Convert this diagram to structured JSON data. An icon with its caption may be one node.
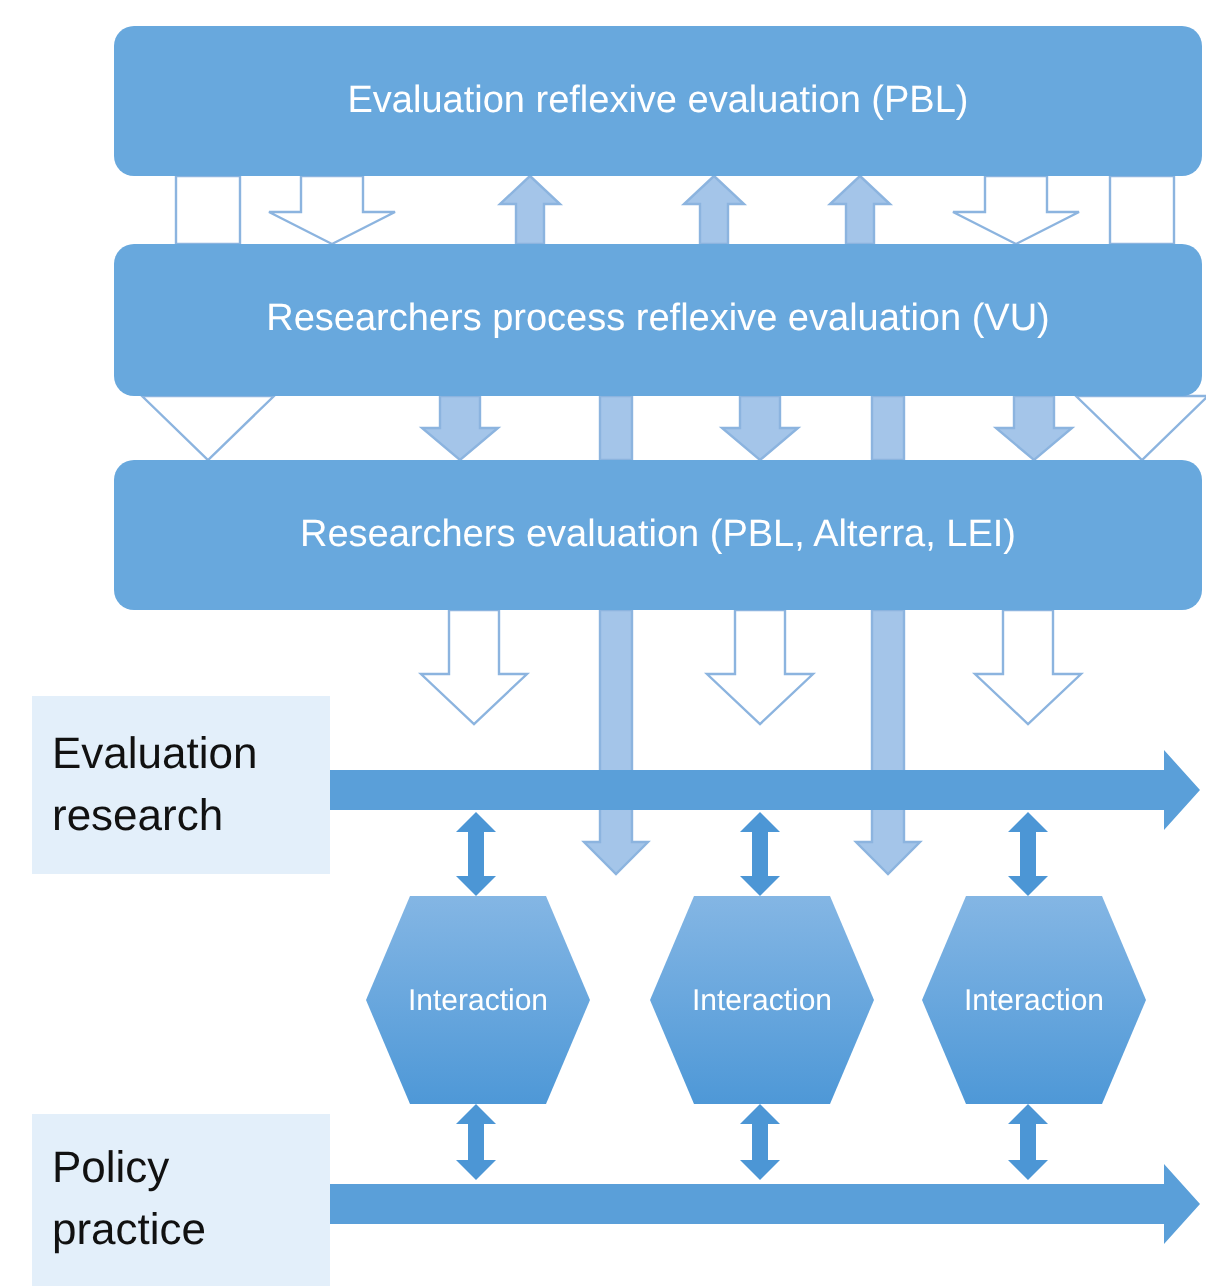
{
  "diagram": {
    "nodes": [
      {
        "text": [
          "Evaluation reflexive evaluation (PBL)"
        ]
      },
      {
        "text": [
          "Researchers process reflexive evaluation (VU)"
        ]
      },
      {
        "text": [
          "Researchers evaluation (PBL, Alterra, LEI)"
        ]
      },
      {
        "text": [
          "Evaluation research"
        ]
      },
      {
        "text": [
          "Interaction"
        ]
      },
      {
        "text": [
          "Interaction"
        ]
      },
      {
        "text": [
          "Interaction"
        ]
      },
      {
        "text": [
          "Policy practice"
        ]
      }
    ],
    "edges": [
      {
        "from": 1,
        "to": 0,
        "arrow": "to"
      },
      {
        "from": 1,
        "to": 0,
        "arrow": "to"
      },
      {
        "from": 1,
        "to": 0,
        "arrow": "to"
      },
      {
        "from": 0,
        "to": 1,
        "arrow": "to"
      },
      {
        "from": 0,
        "to": 1,
        "arrow": "to"
      },
      {
        "from": 0,
        "to": 1,
        "arrow": "none"
      },
      {
        "from": 0,
        "to": 1,
        "arrow": "none"
      },
      {
        "from": 1,
        "to": 2,
        "arrow": "to"
      },
      {
        "from": 1,
        "to": 2,
        "arrow": "to"
      },
      {
        "from": 1,
        "to": 2,
        "arrow": "to"
      },
      {
        "from": 1,
        "to": 2,
        "arrow": "to"
      },
      {
        "from": 1,
        "to": 2,
        "arrow": "to"
      },
      {
        "from": 1,
        "to": 2,
        "arrow": "none"
      },
      {
        "from": 1,
        "to": 2,
        "arrow": "none"
      },
      {
        "from": 2,
        "to": null,
        "arrow": "to"
      },
      {
        "from": 2,
        "to": null,
        "arrow": "to"
      },
      {
        "from": 2,
        "to": null,
        "arrow": "to"
      },
      {
        "from": 2,
        "to": null,
        "arrow": "to"
      },
      {
        "from": 2,
        "to": null,
        "arrow": "to"
      },
      {
        "from": 3,
        "to": null,
        "arrow": "to"
      },
      {
        "from": 7,
        "to": null,
        "arrow": "to"
      },
      {
        "from": 4,
        "to": null,
        "arrow": "both"
      },
      {
        "from": 5,
        "to": null,
        "arrow": "both"
      },
      {
        "from": 6,
        "to": null,
        "arrow": "both"
      },
      {
        "from": 4,
        "to": null,
        "arrow": "both"
      },
      {
        "from": 5,
        "to": null,
        "arrow": "both"
      },
      {
        "from": 6,
        "to": null,
        "arrow": "both"
      }
    ]
  }
}
